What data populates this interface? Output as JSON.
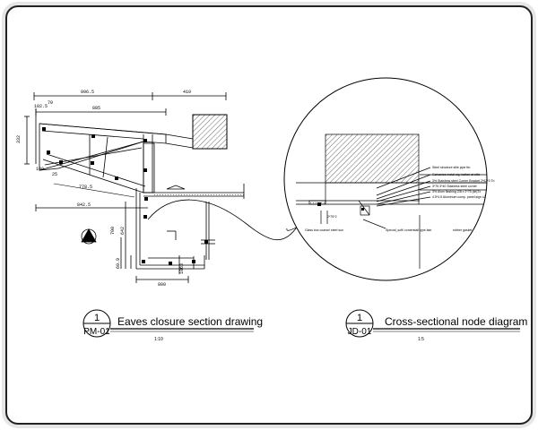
{
  "left_drawing": {
    "dimensions": {
      "d_top_total": "996.5",
      "d_top_right": "410",
      "d_sub_top": "885",
      "d_small_left": "102.5",
      "d_small_70": "70",
      "d_height_332": "332",
      "d_slope_100": "100",
      "d_slope_778": "778.5",
      "d_slope_25": "25",
      "d_width_842": "842.5",
      "d_vert_642": "642",
      "d_vert_700": "700",
      "d_vert_60": "60.9",
      "d_vert_1063": "1063",
      "d_bottom_800": "800",
      "d_vert_small": "2"
    },
    "section_marker": {
      "number": "1",
      "sheet": "PM-01"
    },
    "title": "Eaves closure section drawing",
    "scale": "1:10"
  },
  "right_drawing": {
    "annotations": [
      "Steel structure stile pipe thr.",
      "Galvanize metal sig. batten at stile",
      "3% Stainless steel Corner Bracket 2*62*3 Tri",
      "3*75 3*40 Stainless steel corner",
      "3% Alum flashing 2/8 x 2*75 (kit)Tx",
      "4.5*4.5 Aluminum comp. panel,sign x2"
    ],
    "left_note": "Glass box coarse/ steel sun",
    "small_note": "2*75*2",
    "bottom_note": "Special_soft/ comerstail type-fain",
    "bottom_note2": "rubber gasket",
    "title": "Cross-sectional node diagram",
    "marker": {
      "number": "1",
      "sheet": "JD-01"
    },
    "scale": "1:5"
  }
}
